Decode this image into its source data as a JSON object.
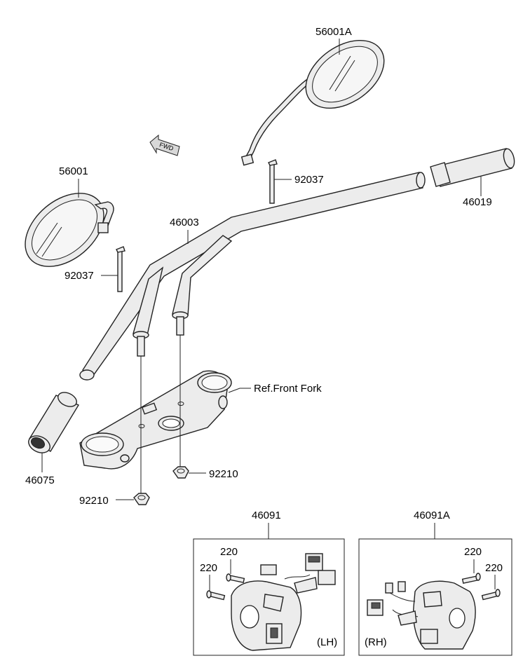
{
  "labels": {
    "mirror_right": "56001A",
    "mirror_left": "56001",
    "bolt_right": "92037",
    "bolt_left": "92037",
    "grip_right": "46019",
    "handlebar": "46003",
    "grip_left": "46075",
    "front_fork_ref": "Ref.Front Fork",
    "nut_right": "92210",
    "nut_left": "92210",
    "switch_lh": "46091",
    "switch_rh": "46091A",
    "screw_lh_a": "220",
    "screw_lh_b": "220",
    "screw_rh_a": "220",
    "screw_rh_b": "220",
    "side_lh": "(LH)",
    "side_rh": "(RH)",
    "fwd": "FWD"
  }
}
